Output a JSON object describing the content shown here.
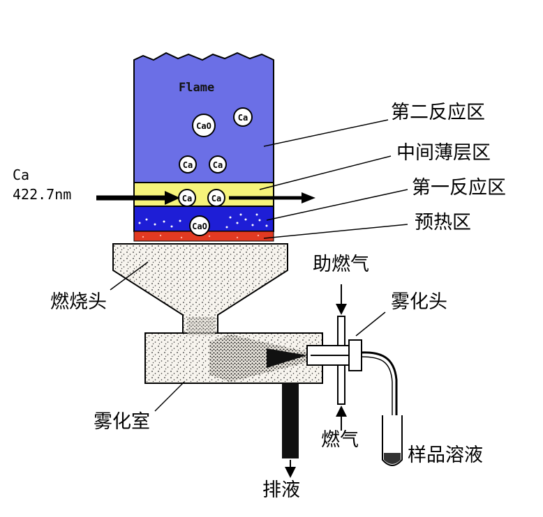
{
  "diagram": {
    "flame_label": "Flame",
    "light_source": {
      "element": "Ca",
      "wavelength": "422.7nm"
    },
    "zones": [
      {
        "label": "第二反应区",
        "color": "#6b6fe6"
      },
      {
        "label": "中间薄层区",
        "color": "#f6f37a"
      },
      {
        "label": "第一反应区",
        "color": "#1e1ed6"
      },
      {
        "label": "预热区",
        "color": "#e23a22"
      }
    ],
    "parts": {
      "burner_head": "燃烧头",
      "oxidant": "助燃气",
      "nebulizer": "雾化头",
      "spray_chamber": "雾化室",
      "fuel_gas": "燃气",
      "sample_solution": "样品溶液",
      "drain": "排液"
    },
    "molecules": {
      "cao": "CaO",
      "ca": "Ca"
    }
  }
}
